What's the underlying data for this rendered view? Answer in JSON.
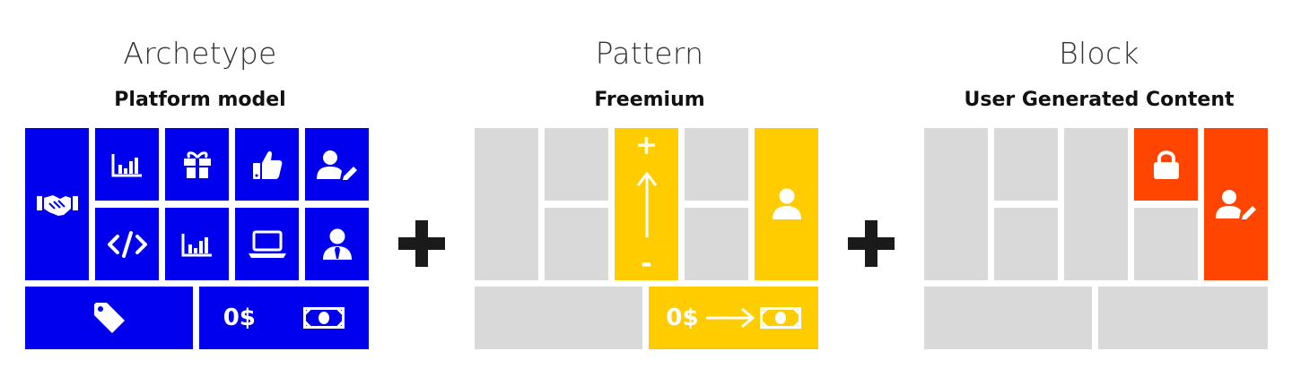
{
  "colors": {
    "archetype": "#0000ee",
    "pattern": "#ffcc00",
    "block": "#ff4500",
    "empty": "#d9d9d9"
  },
  "panels": [
    {
      "category": "Archetype",
      "title": "Platform model"
    },
    {
      "category": "Pattern",
      "title": "Freemium"
    },
    {
      "category": "Block",
      "title": "User Generated Content"
    }
  ],
  "archetype_tiles": {
    "partnerships": {
      "icon": "handshake-icon"
    },
    "metrics_1": {
      "icon": "bar-chart-icon"
    },
    "gift": {
      "icon": "gift-icon"
    },
    "like": {
      "icon": "thumbs-up-icon"
    },
    "user_edit": {
      "icon": "user-edit-icon"
    },
    "code": {
      "icon": "code-icon"
    },
    "metrics_2": {
      "icon": "bar-chart-icon"
    },
    "computer": {
      "icon": "laptop-icon"
    },
    "user_tie": {
      "icon": "user-tie-icon"
    },
    "pricing": {
      "icon": "price-tag-icon"
    },
    "revenue": {
      "icon": "cash-icon",
      "text": "0$"
    }
  },
  "pattern_tiles": {
    "upgrade": {
      "icon": "up-arrow-icon",
      "plus_sign": "+",
      "minus_sign": "-"
    },
    "user": {
      "icon": "user-icon"
    },
    "revenue": {
      "icon": "cash-icon",
      "text": "0$"
    }
  },
  "block_tiles": {
    "lock": {
      "icon": "lock-icon"
    },
    "user_edit": {
      "icon": "user-edit-icon"
    }
  },
  "connectors": [
    "+",
    "+"
  ]
}
